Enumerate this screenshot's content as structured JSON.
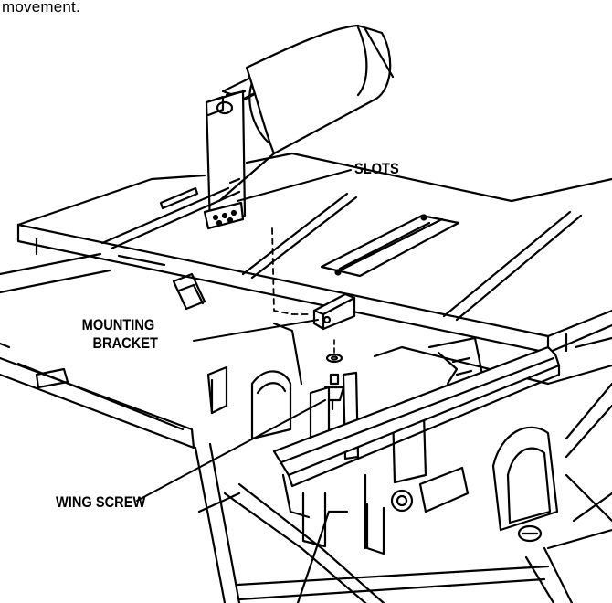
{
  "page": {
    "top_text": "movement."
  },
  "labels": {
    "slots": "SLOTS",
    "mounting_line1": "MOUNTING",
    "mounting_line2": "BRACKET",
    "wing_screw": "WING SCREW"
  },
  "colors": {
    "ink": "#000000",
    "paper": "#ffffff"
  }
}
